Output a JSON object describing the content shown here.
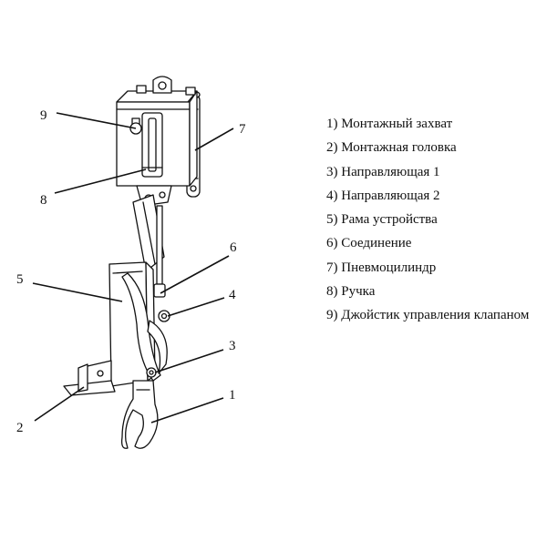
{
  "callouts": [
    "1",
    "2",
    "3",
    "4",
    "5",
    "6",
    "7",
    "8",
    "9"
  ],
  "legend": [
    "1) Монтажный захват",
    "2) Монтажная головка",
    "3) Направляющая 1",
    "4) Направляющая 2",
    "5) Рама устройства",
    "6) Соединение",
    "7) Пневмоцилиндр",
    "8) Ручка",
    "9) Джойстик управления клапаном"
  ]
}
